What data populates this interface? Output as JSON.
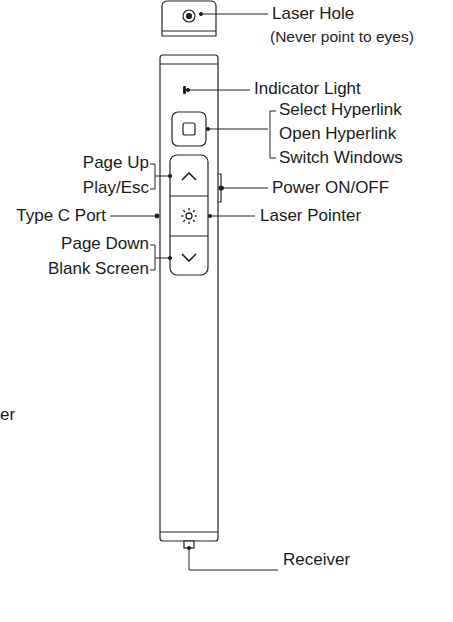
{
  "diagram": {
    "labels": [
      "Laser Hole",
      "(Never point to eyes)",
      "Indicator Light",
      "Select Hyperlink",
      "Open Hyperlink",
      "Switch Windows",
      "Page Up",
      "Play/Esc",
      "Power ON/OFF",
      "Type C Port",
      "Laser Pointer",
      "Page Down",
      "Blank Screen",
      "er",
      "Receiver"
    ]
  }
}
